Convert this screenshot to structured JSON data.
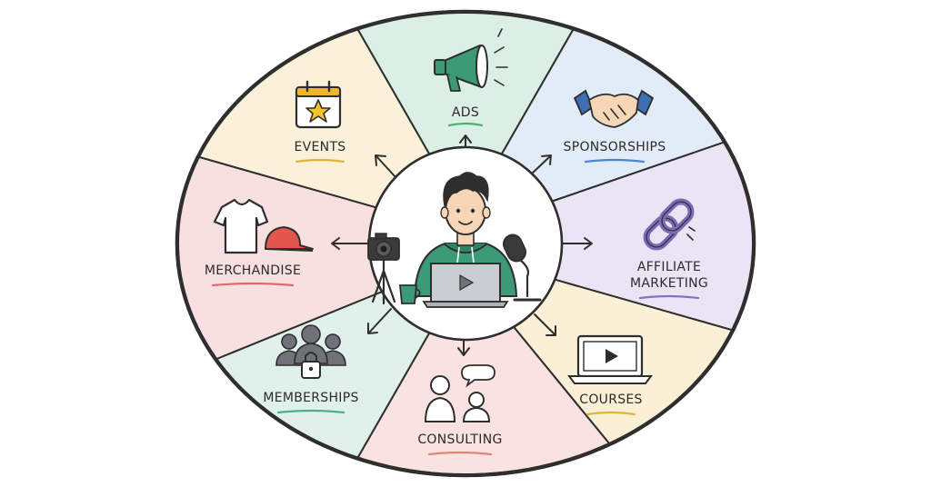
{
  "segments": [
    {
      "id": "ads",
      "label": "ADS",
      "fill": "#dcefe4",
      "underline": "#4caf7a",
      "icon": "megaphone-icon"
    },
    {
      "id": "sponsorships",
      "label": "SPONSORSHIPS",
      "fill": "#e2ecf8",
      "underline": "#4a86c8",
      "icon": "handshake-icon"
    },
    {
      "id": "affiliate",
      "label_line1": "AFFILIATE",
      "label_line2": "MARKETING",
      "fill": "#ebe4f5",
      "underline": "#8a6cc4",
      "icon": "chain-link-icon"
    },
    {
      "id": "courses",
      "label": "COURSES",
      "fill": "#fbf0d6",
      "underline": "#e0b43c",
      "icon": "video-laptop-icon"
    },
    {
      "id": "consulting",
      "label": "CONSULTING",
      "fill": "#f9e2df",
      "underline": "#e08478",
      "icon": "consulting-people-icon"
    },
    {
      "id": "memberships",
      "label": "MEMBERSHIPS",
      "fill": "#e0f1ec",
      "underline": "#4caf8a",
      "icon": "group-lock-icon"
    },
    {
      "id": "merchandise",
      "label": "MERCHANDISE",
      "fill": "#f9e0e0",
      "underline": "#e06a6a",
      "icon": "tshirt-cap-icon"
    },
    {
      "id": "events",
      "label": "EVENTS",
      "fill": "#fbf1d9",
      "underline": "#e0b43c",
      "icon": "calendar-star-icon"
    }
  ],
  "colors": {
    "hoodie": "#3c9a76",
    "megaphone": "#3c9a76",
    "chain": "#7c6ab8",
    "cap": "#e2574c",
    "star": "#f2c230",
    "calendar_top": "#f2b431"
  }
}
